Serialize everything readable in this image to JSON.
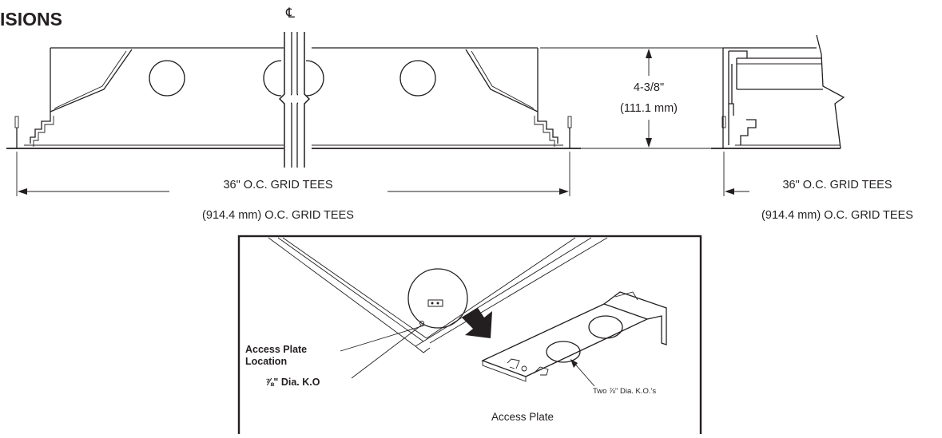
{
  "title": "ISIONS",
  "centerline_symbol": "℄",
  "front_view": {
    "width_label": "36\" O.C. GRID TEES",
    "width_metric_label": "(914.4 mm) O.C. GRID TEES"
  },
  "height_dimension": {
    "imperial": "4-3/8\"",
    "metric": "(111.1 mm)"
  },
  "side_view": {
    "width_label": "36\" O.C. GRID TEES",
    "width_metric_label": "(914.4 mm) O.C. GRID TEES"
  },
  "detail": {
    "access_plate_location_line1": "Access Plate",
    "access_plate_location_line2": "Location",
    "knockout_label": "⅞\" Dia. K.O",
    "two_knockouts_label": "Two ⅞\" Dia. K.O.'s",
    "access_plate_label": "Access Plate"
  }
}
